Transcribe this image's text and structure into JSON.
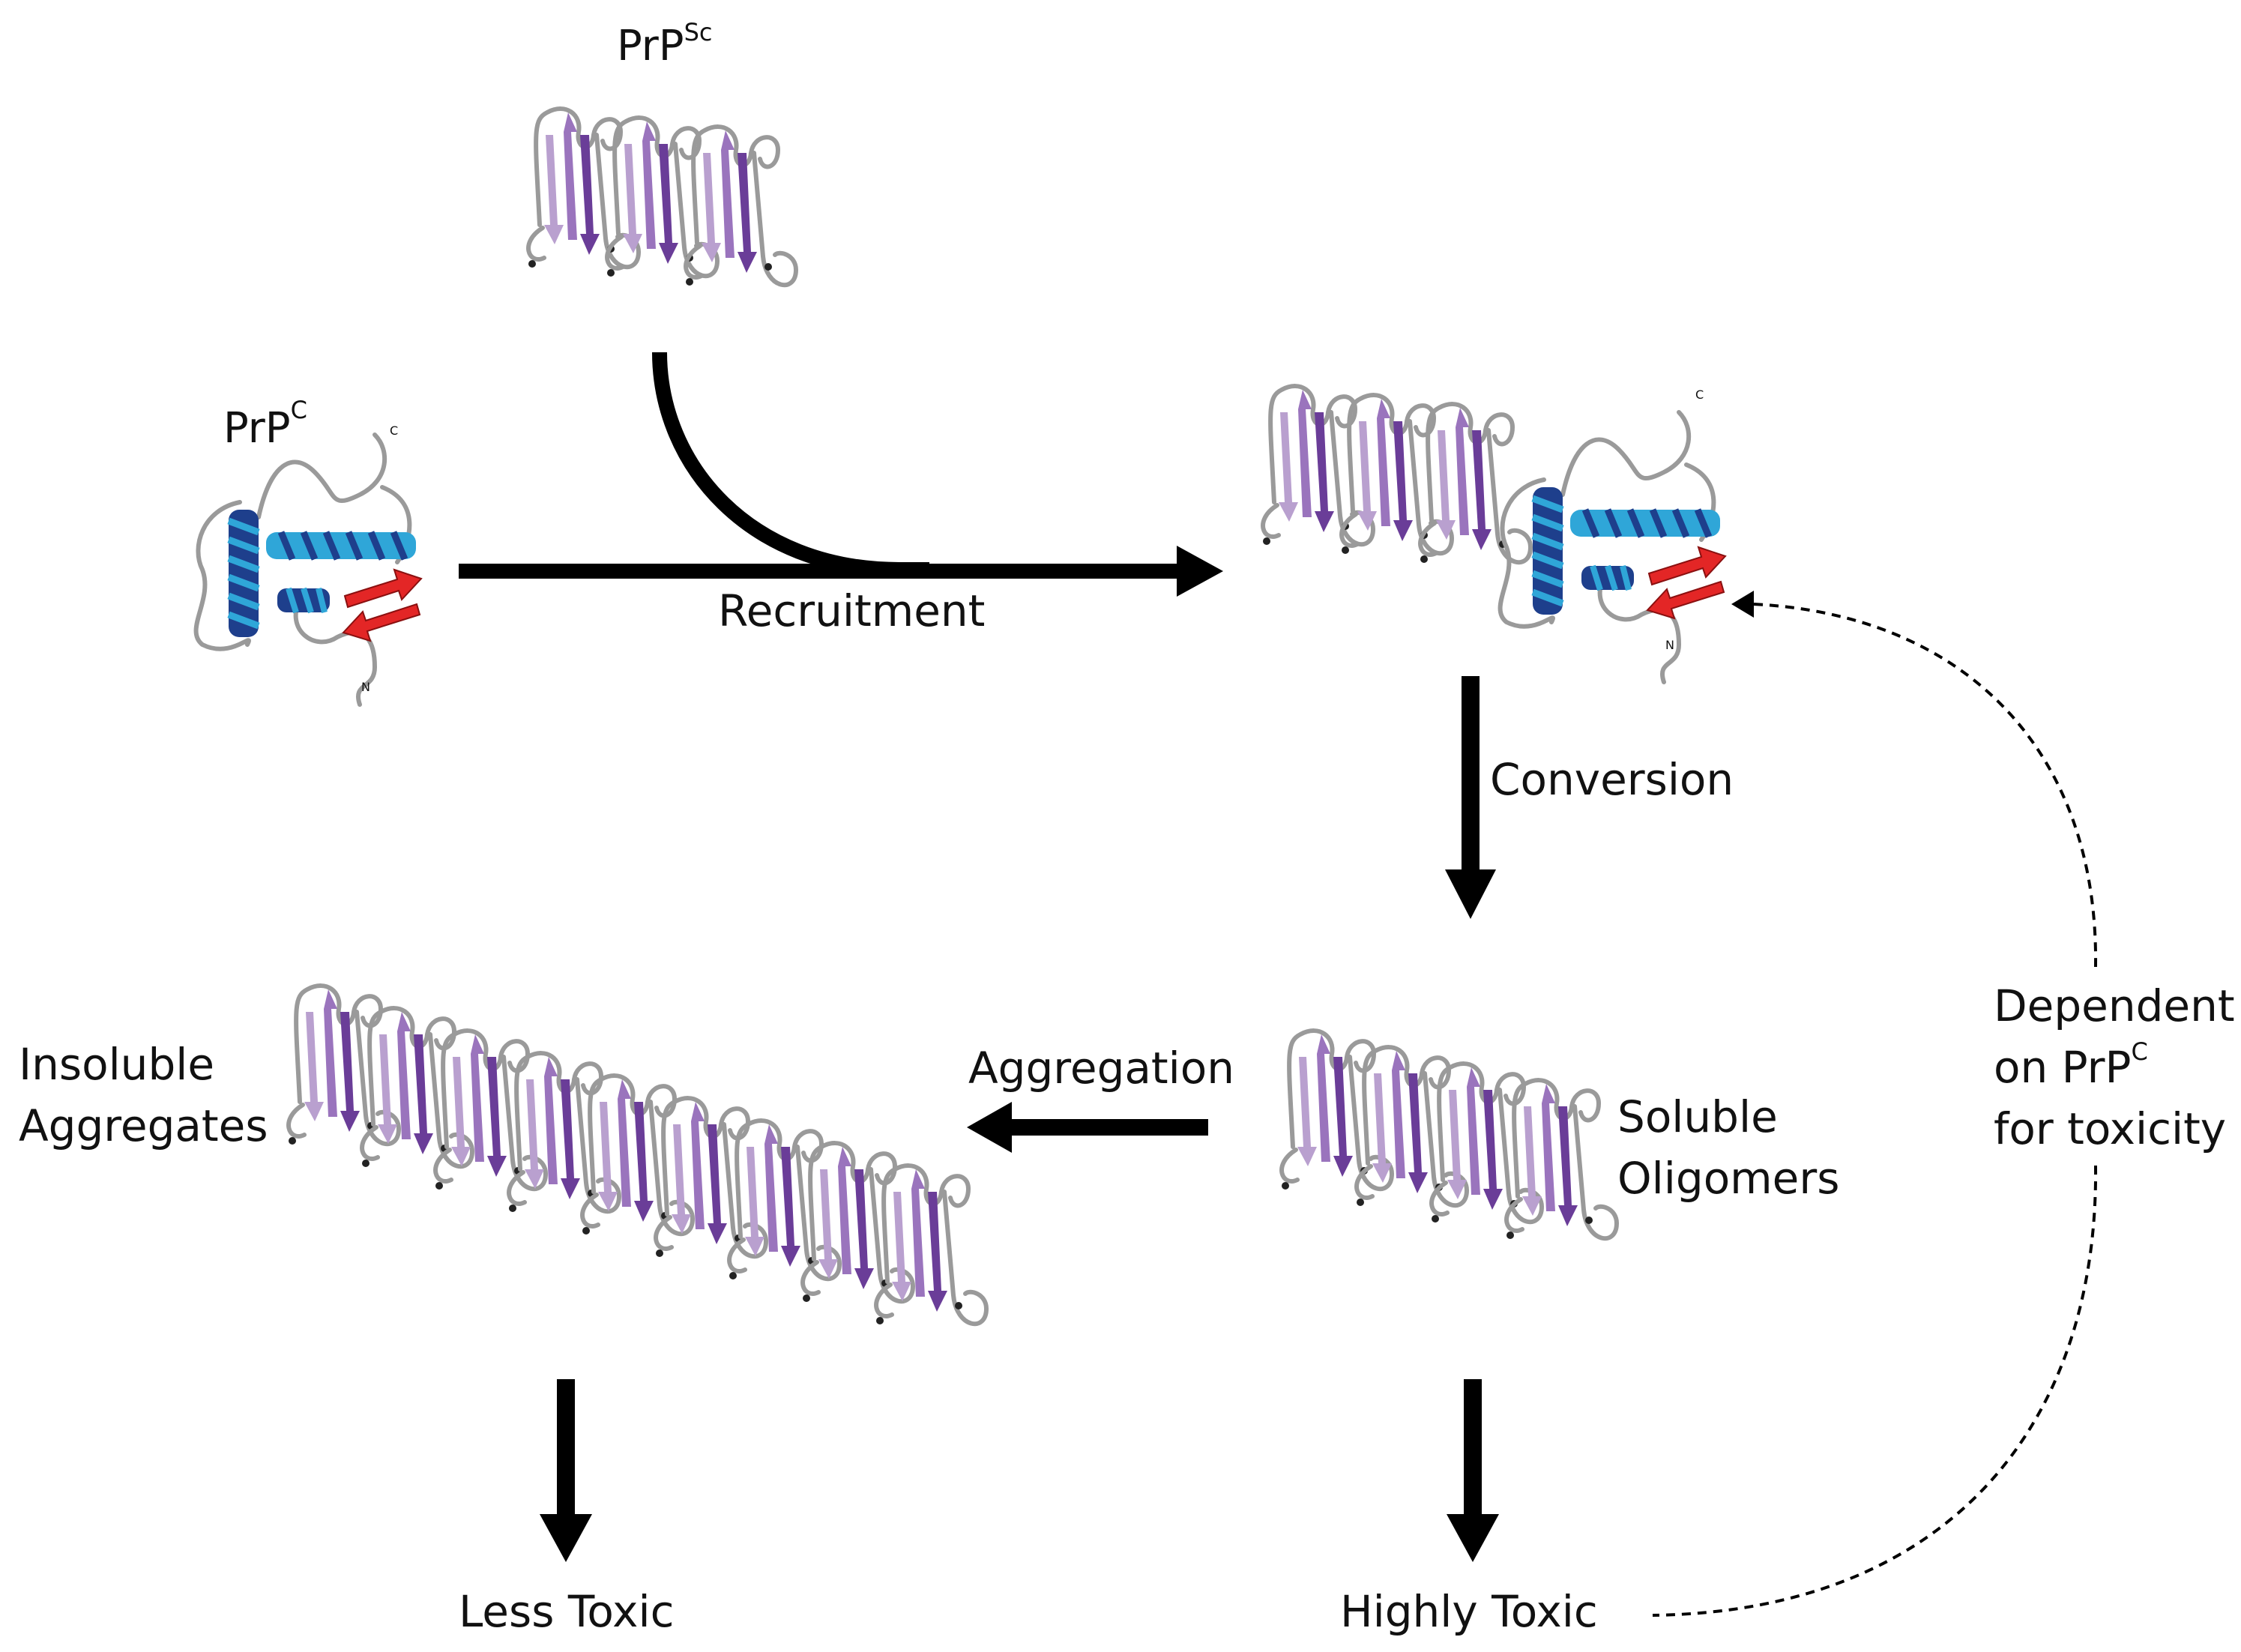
{
  "labels": {
    "prpsc_base": "PrP",
    "prpsc_sup": "Sc",
    "prpc_base": "PrP",
    "prpc_sup": "C",
    "recruitment": "Recruitment",
    "conversion": "Conversion",
    "aggregation": "Aggregation",
    "insoluble_line1": "Insoluble",
    "insoluble_line2": "Aggregates",
    "soluble_line1": "Soluble",
    "soluble_line2": "Oligomers",
    "dependent_line1": "Dependent",
    "dependent_line2_base": "on PrP",
    "dependent_line2_sup": "C",
    "dependent_line3": "for toxicity",
    "less_toxic": "Less Toxic",
    "highly_toxic": "Highly Toxic"
  },
  "terminus_labels": {
    "n": "N",
    "c": "C"
  },
  "colors": {
    "strand_light": "#b9a0cf",
    "strand_mid": "#9a74bd",
    "strand_dark": "#6a3d98",
    "loop": "#9a9a9a",
    "helix_dark": "#1e3f8c",
    "helix_light": "#2fa6d8",
    "beta_red": "#e32626",
    "arrow": "#000000"
  }
}
